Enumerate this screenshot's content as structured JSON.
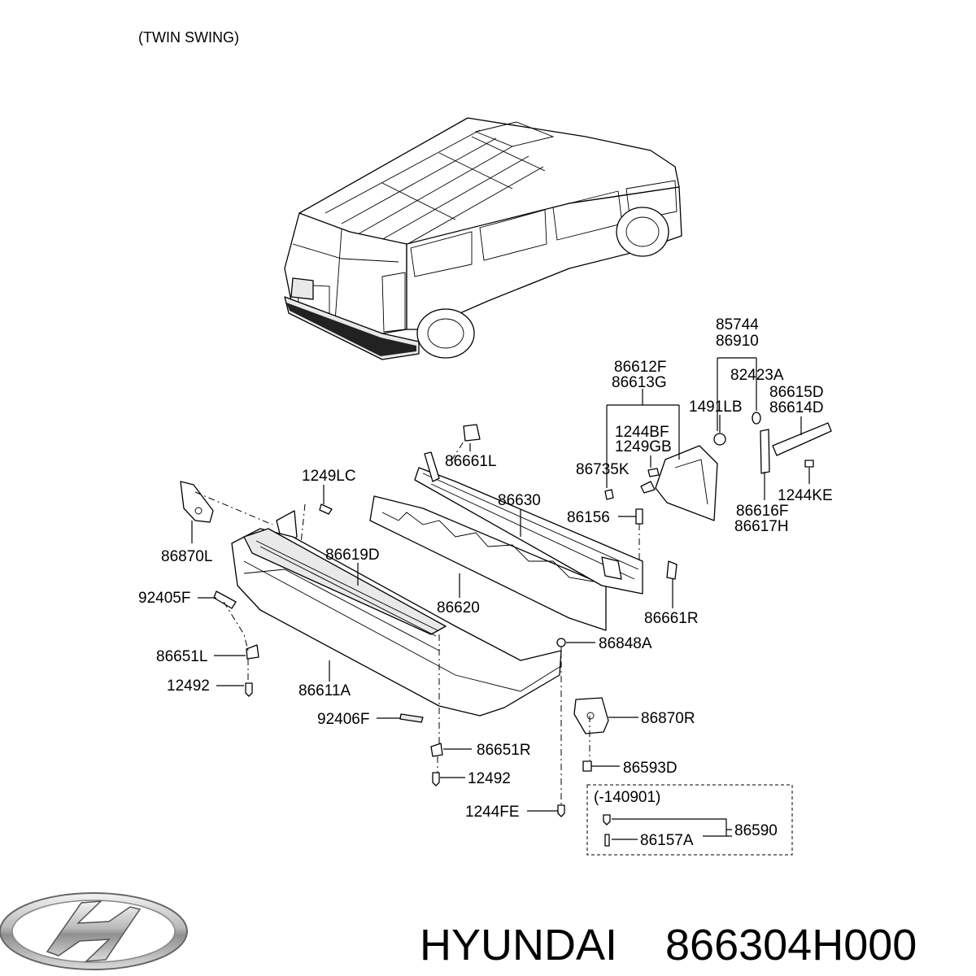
{
  "header": {
    "variant_note": "(TWIN SWING)"
  },
  "callouts": {
    "c85744": "85744",
    "c86910": "86910",
    "c82423A": "82423A",
    "c86612F": "86612F",
    "c86613G": "86613G",
    "c1491LB": "1491LB",
    "c86615D": "86615D",
    "c86614D": "86614D",
    "c1244BF": "1244BF",
    "c1249GB": "1249GB",
    "c86661L": "86661L",
    "c86735K": "86735K",
    "c1249LC": "1249LC",
    "c86630": "86630",
    "c1244KE": "1244KE",
    "c86616F": "86616F",
    "c86617H": "86617H",
    "c86156": "86156",
    "c86870L": "86870L",
    "c86619D": "86619D",
    "c92405F": "92405F",
    "c86620": "86620",
    "c86661R": "86661R",
    "c86848A": "86848A",
    "c86651L": "86651L",
    "c12492_left": "12492",
    "c86611A": "86611A",
    "c92406F": "92406F",
    "c86870R": "86870R",
    "c86651R": "86651R",
    "c86593D": "86593D",
    "c12492_mid": "12492",
    "c1244FE": "1244FE"
  },
  "inset": {
    "condition": "(-140901)",
    "c86157A": "86157A",
    "c86590": "86590"
  },
  "footer": {
    "brand_name": "HYUNDAI",
    "part_number": "866304H000"
  },
  "logo": {
    "icon": "hyundai-logo-icon"
  }
}
